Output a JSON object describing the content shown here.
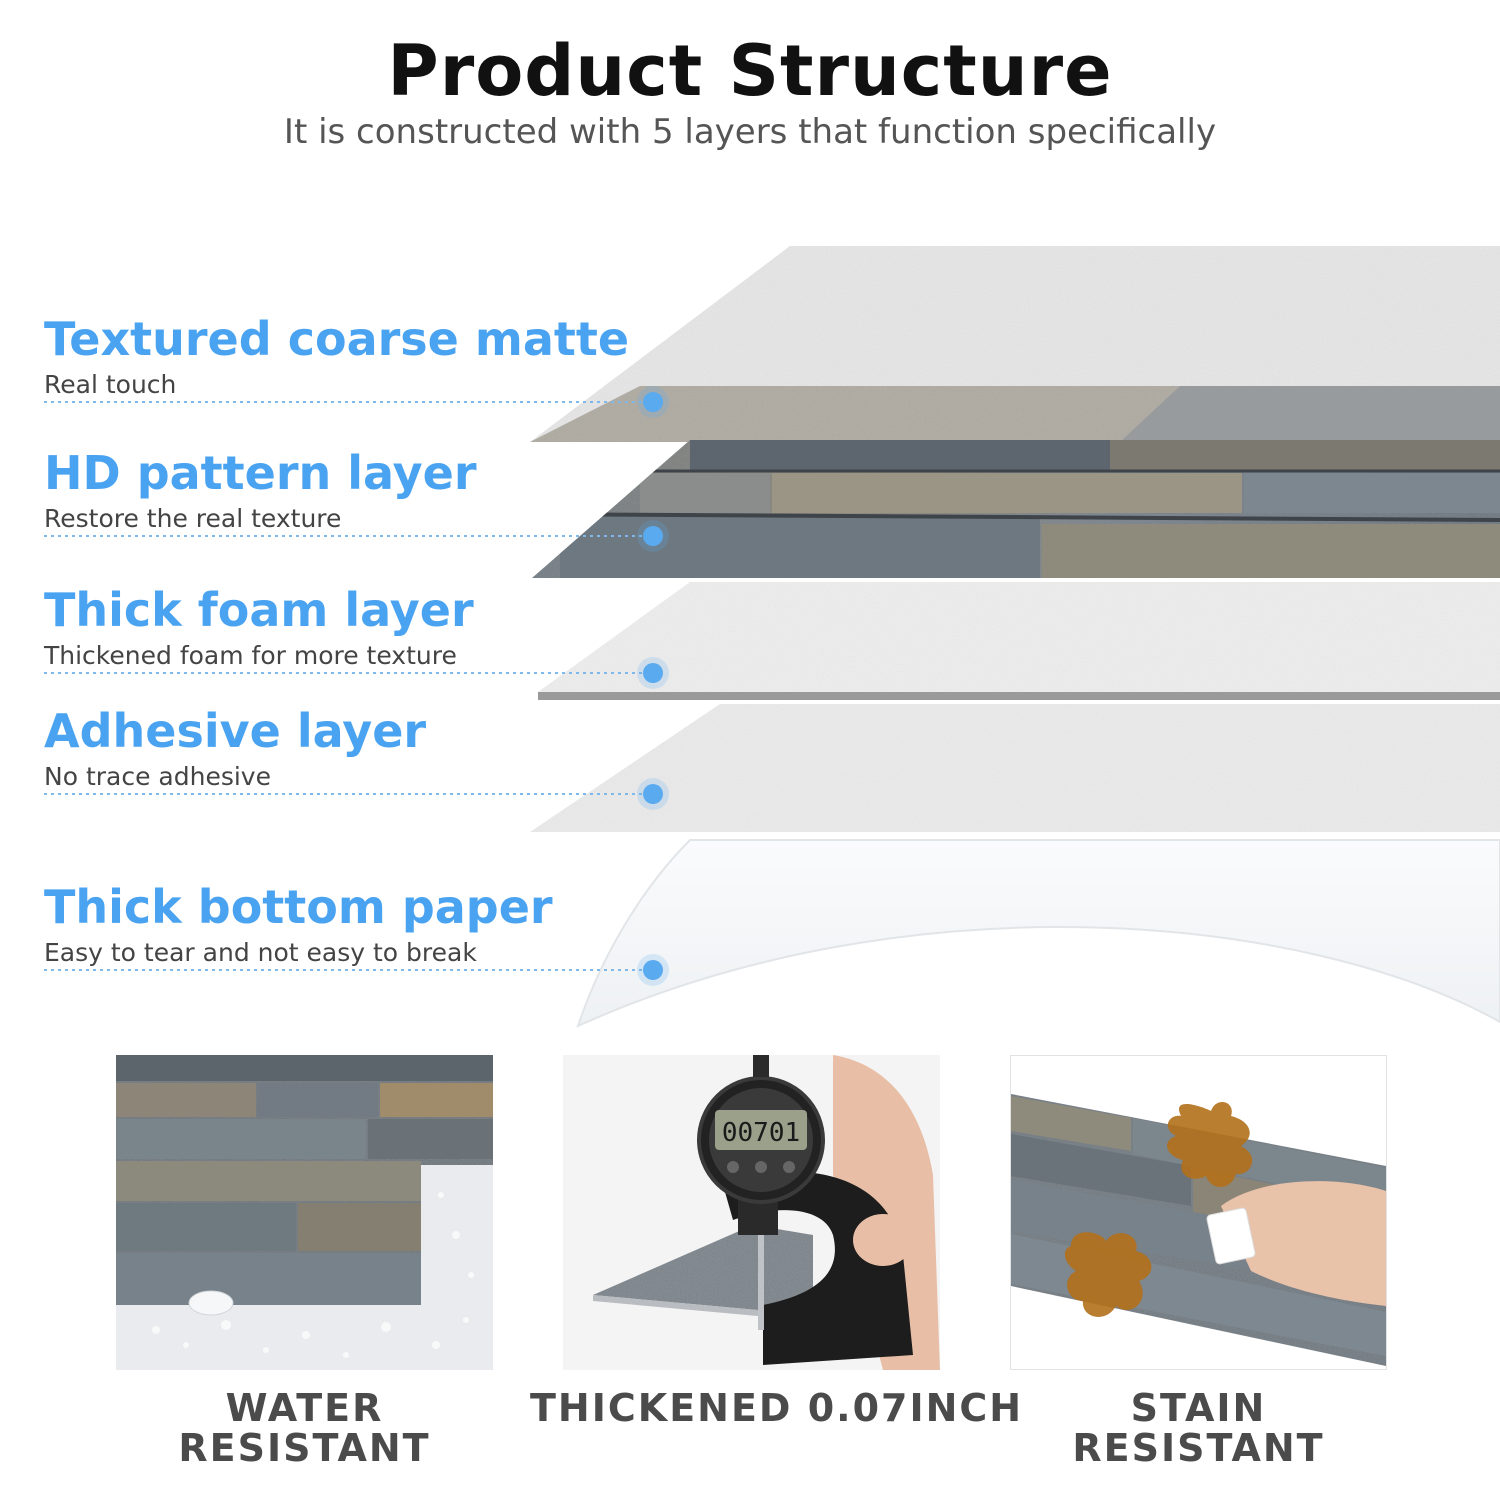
{
  "header": {
    "title": "Product Structure",
    "subtitle": "It is constructed with 5 layers that function specifically"
  },
  "layers": [
    {
      "name": "Textured coarse matte",
      "description": "Real touch"
    },
    {
      "name": "HD pattern layer",
      "description": "Restore the real texture"
    },
    {
      "name": "Thick foam layer",
      "description": "Thickened foam for more texture"
    },
    {
      "name": "Adhesive layer",
      "description": "No trace adhesive"
    },
    {
      "name": "Thick bottom paper",
      "description": "Easy to tear and not easy to break"
    }
  ],
  "features": [
    {
      "line1": "WATER",
      "line2": "RESISTANT"
    },
    {
      "line1": "THICKENED 0.07INCH"
    },
    {
      "line1": "STAIN",
      "line2": "RESISTANT"
    }
  ],
  "gauge_readout": "00701",
  "colors": {
    "accent_blue": "#4aa3f0",
    "dot_blue": "#5aaaf0",
    "title_black": "#111111",
    "label_grey": "#4b4b4b"
  }
}
